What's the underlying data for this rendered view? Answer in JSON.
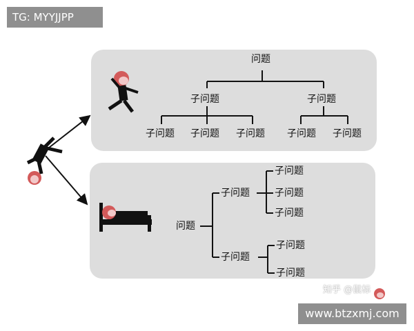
{
  "overlay_tag": "TG: MYYJJPP",
  "site_label": "www.btzxmj.com",
  "watermark": "知乎 @鼠标",
  "top_tree": {
    "root": "问题",
    "level1": [
      "子问题",
      "子问题"
    ],
    "level2": [
      "子问题",
      "子问题",
      "子问题",
      "子问题",
      "子问题"
    ]
  },
  "bottom_tree": {
    "root": "问题",
    "level1": [
      "子问题",
      "子问题"
    ],
    "level2": [
      "子问题",
      "子问题",
      "子问题",
      "子问题",
      "子问题"
    ]
  },
  "colors": {
    "panel": "#dddddd",
    "tag_bg": "#8f8f8f",
    "monkey_face": "#d35a5a",
    "ink": "#111111"
  }
}
